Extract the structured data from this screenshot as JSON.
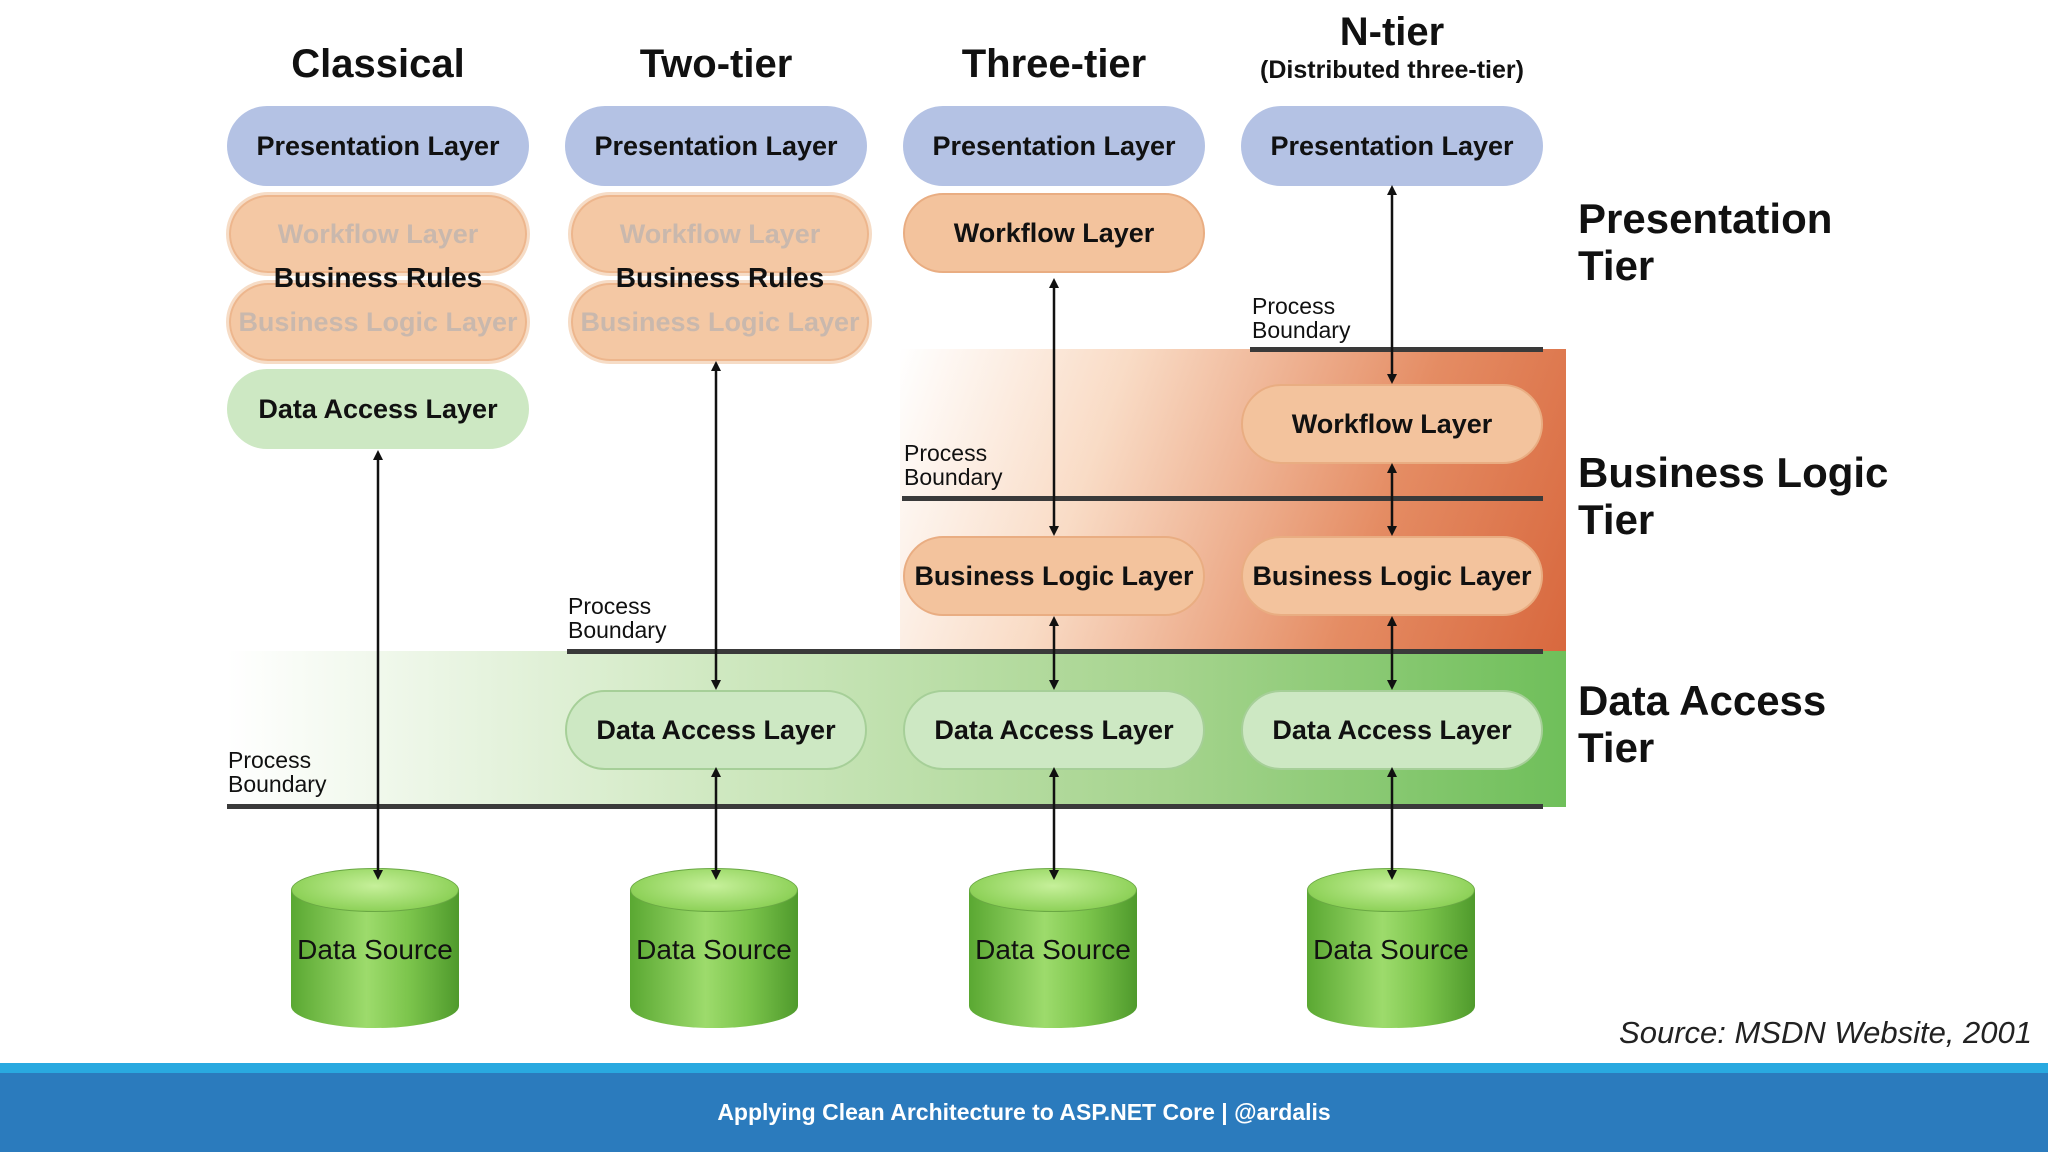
{
  "columns": [
    {
      "title": "Classical",
      "subtitle": ""
    },
    {
      "title": "Two-tier",
      "subtitle": ""
    },
    {
      "title": "Three-tier",
      "subtitle": ""
    },
    {
      "title": "N-tier",
      "subtitle": "(Distributed three-tier)"
    }
  ],
  "layers": {
    "presentation": "Presentation Layer",
    "workflow": "Workflow Layer",
    "business_rules": "Business Rules",
    "business_logic": "Business Logic Layer",
    "data_access": "Data Access Layer",
    "data_source": "Data Source"
  },
  "process_boundary": {
    "line1": "Process",
    "line2": "Boundary"
  },
  "tiers": {
    "presentation": {
      "line1": "Presentation",
      "line2": "Tier"
    },
    "business": {
      "line1": "Business Logic",
      "line2": "Tier"
    },
    "data": {
      "line1": "Data Access",
      "line2": "Tier"
    }
  },
  "source_note": "Source: MSDN Website, 2001",
  "footer": "Applying Clean Architecture to ASP.NET Core | @ardalis",
  "colors": {
    "presentation_fill": "#b4c2e4",
    "business_fill": "#f3c39d",
    "data_fill": "#cde8c3",
    "footer_bar": "#2b7bbd",
    "footer_stripe": "#29a9e0"
  }
}
